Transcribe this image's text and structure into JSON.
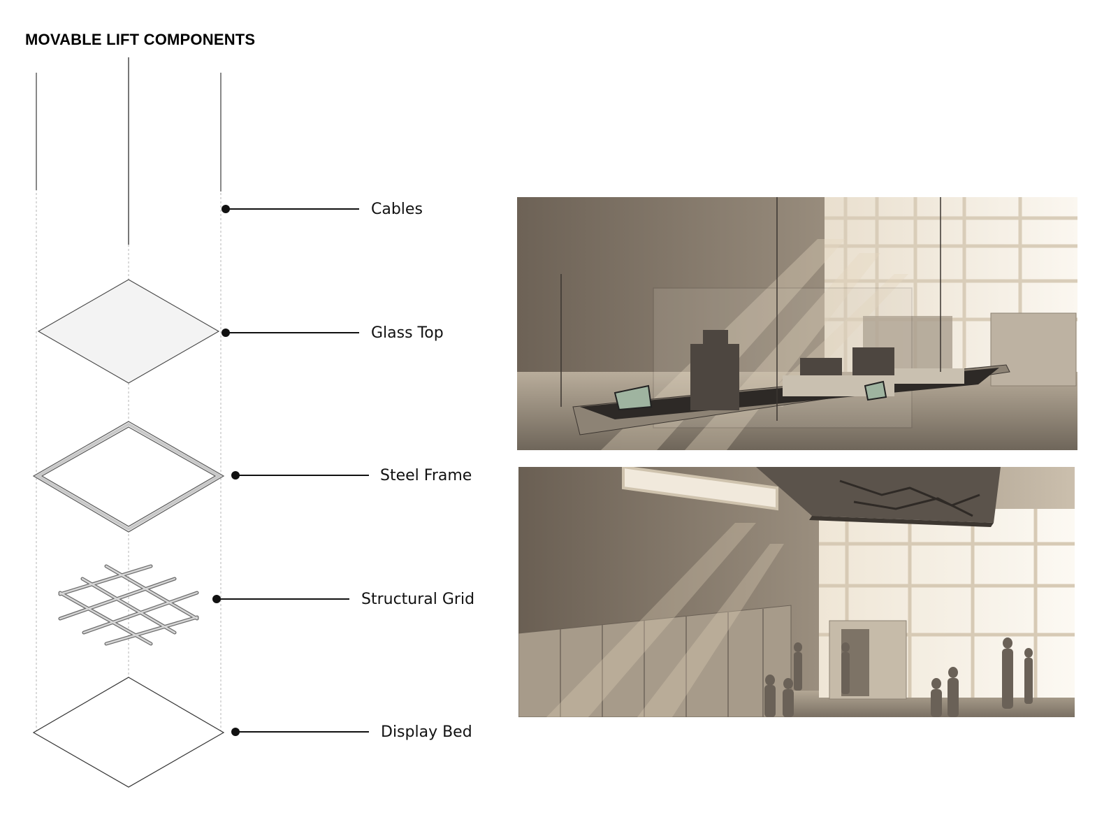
{
  "title": "MOVABLE LIFT COMPONENTS",
  "components": [
    {
      "label": "Cables"
    },
    {
      "label": "Glass Top"
    },
    {
      "label": "Steel Frame"
    },
    {
      "label": "Structural Grid"
    },
    {
      "label": "Display Bed"
    }
  ],
  "colors": {
    "line": "#111111",
    "dashed_guide": "#b0b0b0",
    "render_light": "#efe6d8",
    "render_mid": "#9a8f80",
    "render_dark": "#3e3833"
  }
}
